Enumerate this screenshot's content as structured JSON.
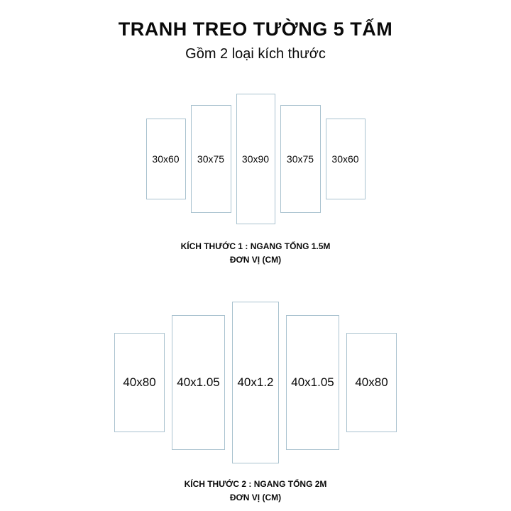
{
  "title": "TRANH TREO TƯỜNG 5 TẤM",
  "subtitle": "Gồm 2 loại kích thước",
  "groups": [
    {
      "panels": [
        "30x60",
        "30x75",
        "30x90",
        "30x75",
        "30x60"
      ],
      "caption_line1": "KÍCH THƯỚC 1 : NGANG TỔNG 1.5M",
      "caption_line2": "ĐƠN VỊ (CM)"
    },
    {
      "panels": [
        "40x80",
        "40x1.05",
        "40x1.2",
        "40x1.05",
        "40x80"
      ],
      "caption_line1": "KÍCH THƯỚC 2 : NGANG TỔNG 2M",
      "caption_line2": "ĐƠN VỊ (CM)"
    }
  ]
}
